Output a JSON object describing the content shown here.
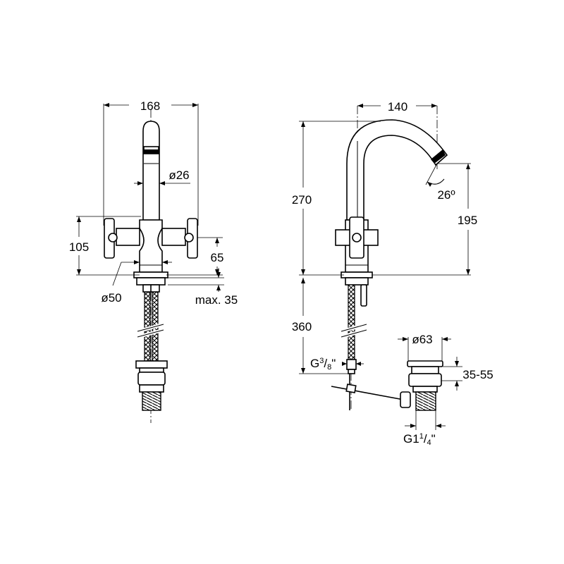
{
  "front_view": {
    "width": "168",
    "spout_diameter": "ø26",
    "handle_height": "105",
    "handle_offset": "65",
    "base_diameter": "ø50",
    "max_deck": "max. 35"
  },
  "side_view": {
    "reach": "140",
    "total_height": "270",
    "angle": "26º",
    "outlet_height": "195",
    "hose_length": "360",
    "connection_thread": {
      "main": "G",
      "num": "3",
      "den": "8",
      "suffix": "\""
    },
    "waste_diameter": "ø63",
    "waste_range": "35-55",
    "waste_thread": {
      "main": "G1",
      "num": "1",
      "den": "4",
      "suffix": "\""
    }
  }
}
